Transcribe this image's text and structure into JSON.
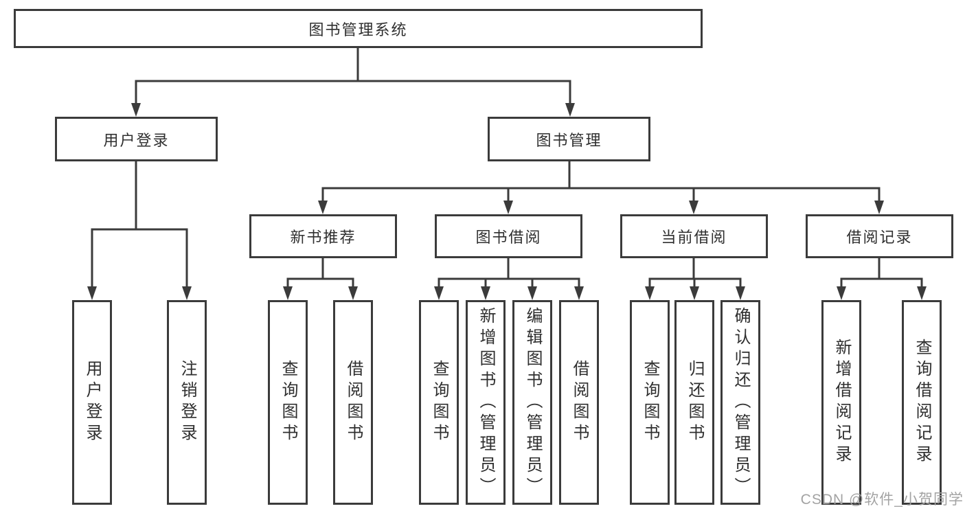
{
  "nodes": {
    "root": "图书管理系统",
    "user_login": "用户登录",
    "book_mgmt": "图书管理",
    "new_book_rec": "新书推荐",
    "book_borrow": "图书借阅",
    "current_borrow": "当前借阅",
    "borrow_records": "借阅记录",
    "leaf_user_login": "用户登录",
    "leaf_logout": "注销登录",
    "leaf_nbr_query": "查询图书",
    "leaf_nbr_borrow": "借阅图书",
    "leaf_bb_query": "查询图书",
    "leaf_bb_add": "新增图书（管理员）",
    "leaf_bb_edit": "编辑图书（管理员）",
    "leaf_bb_borrow": "借阅图书",
    "leaf_cb_query": "查询图书",
    "leaf_cb_return": "归还图书",
    "leaf_cb_confirm": "确认归还（管理员）",
    "leaf_br_add": "新增借阅记录",
    "leaf_br_query": "查询借阅记录"
  },
  "hierarchy": {
    "图书管理系统": [
      "用户登录",
      "图书管理"
    ],
    "用户登录": [
      "用户登录",
      "注销登录"
    ],
    "图书管理": [
      "新书推荐",
      "图书借阅",
      "当前借阅",
      "借阅记录"
    ],
    "新书推荐": [
      "查询图书",
      "借阅图书"
    ],
    "图书借阅": [
      "查询图书",
      "新增图书（管理员）",
      "编辑图书（管理员）",
      "借阅图书"
    ],
    "当前借阅": [
      "查询图书",
      "归还图书",
      "确认归还（管理员）"
    ],
    "借阅记录": [
      "新增借阅记录",
      "查询借阅记录"
    ]
  },
  "watermark": "CSDN @软件_小贺同学",
  "colors": {
    "line": "#3b3b3b",
    "box_border": "#3b3b3b",
    "text": "#2f2f2f",
    "watermark": "#a3a3a3",
    "background": "#ffffff"
  }
}
